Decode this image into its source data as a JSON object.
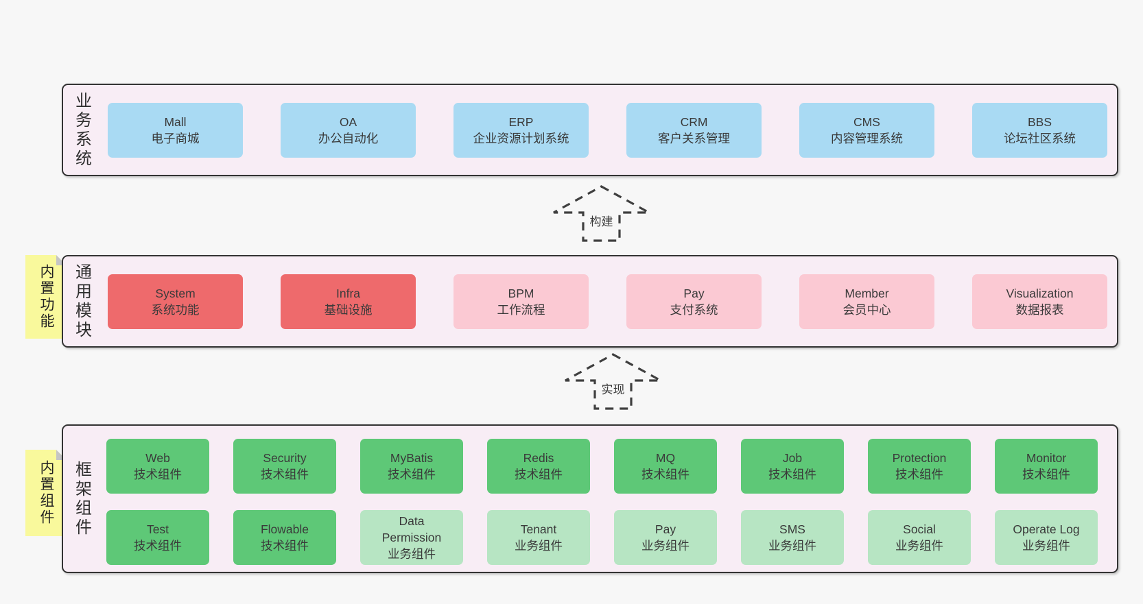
{
  "colors": {
    "page_background": "#f7f7f7",
    "panel_background": "#f8edf5",
    "panel_border": "#333333",
    "business_box": "#a9daf3",
    "core_module_box": "#ee6a6c",
    "module_box": "#fbc9d3",
    "tech_component_box": "#5ec877",
    "biz_component_box": "#b7e5c3",
    "sticky_note": "#f9f99c",
    "text": "#3a3a3a"
  },
  "panels": {
    "business": {
      "label": "业务系统",
      "boxes": [
        {
          "name": "Mall",
          "desc": "电子商城"
        },
        {
          "name": "OA",
          "desc": "办公自动化"
        },
        {
          "name": "ERP",
          "desc": "企业资源计划系统"
        },
        {
          "name": "CRM",
          "desc": "客户关系管理"
        },
        {
          "name": "CMS",
          "desc": "内容管理系统"
        },
        {
          "name": "BBS",
          "desc": "论坛社区系统"
        }
      ]
    },
    "modules": {
      "label": "通用模块",
      "sticky": "内置功能",
      "boxes": [
        {
          "name": "System",
          "desc": "系统功能"
        },
        {
          "name": "Infra",
          "desc": "基础设施"
        },
        {
          "name": "BPM",
          "desc": "工作流程"
        },
        {
          "name": "Pay",
          "desc": "支付系统"
        },
        {
          "name": "Member",
          "desc": "会员中心"
        },
        {
          "name": "Visualization",
          "desc": "数据报表"
        }
      ]
    },
    "components": {
      "label": "框架组件",
      "sticky": "内置组件",
      "rows": [
        [
          {
            "name": "Web",
            "desc": "技术组件"
          },
          {
            "name": "Security",
            "desc": "技术组件"
          },
          {
            "name": "MyBatis",
            "desc": "技术组件"
          },
          {
            "name": "Redis",
            "desc": "技术组件"
          },
          {
            "name": "MQ",
            "desc": "技术组件"
          },
          {
            "name": "Job",
            "desc": "技术组件"
          },
          {
            "name": "Protection",
            "desc": "技术组件"
          },
          {
            "name": "Monitor",
            "desc": "技术组件"
          }
        ],
        [
          {
            "name": "Test",
            "desc": "技术组件"
          },
          {
            "name": "Flowable",
            "desc": "技术组件"
          },
          {
            "name": "Data Permission",
            "desc": "业务组件"
          },
          {
            "name": "Tenant",
            "desc": "业务组件"
          },
          {
            "name": "Pay",
            "desc": "业务组件"
          },
          {
            "name": "SMS",
            "desc": "业务组件"
          },
          {
            "name": "Social",
            "desc": "业务组件"
          },
          {
            "name": "Operate Log",
            "desc": "业务组件"
          }
        ]
      ]
    }
  },
  "arrows": [
    {
      "label": "构建"
    },
    {
      "label": "实现"
    }
  ]
}
